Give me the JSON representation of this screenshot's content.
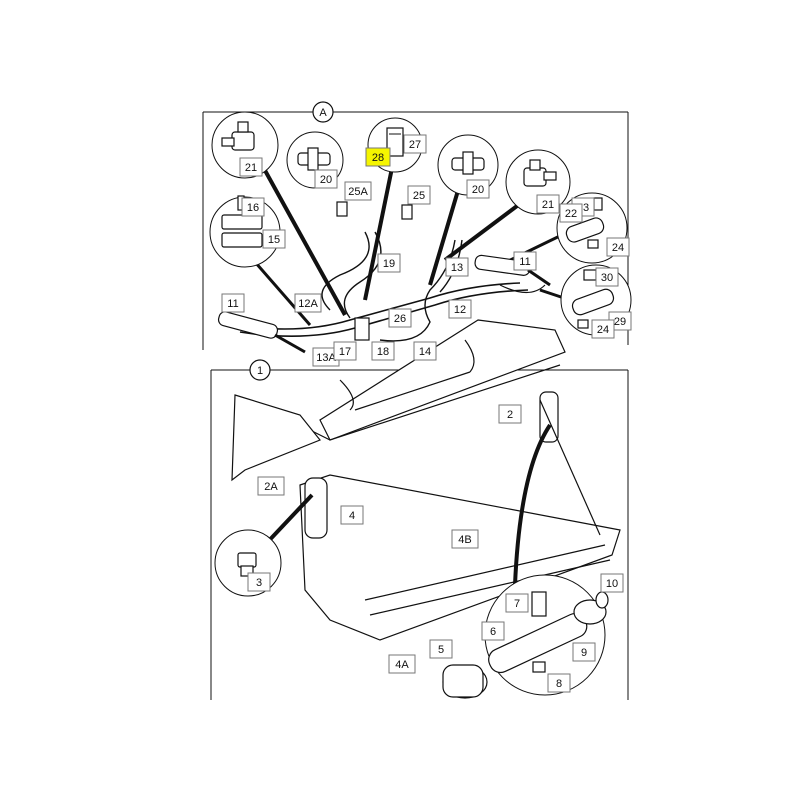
{
  "section_markers": {
    "top": "A",
    "bottom": "1"
  },
  "callouts": {
    "c21a": "21",
    "c20a": "20",
    "c28": "28",
    "c27": "27",
    "c20b": "20",
    "c21b": "21",
    "c16": "16",
    "c15": "15",
    "c25a": "25A",
    "c25": "25",
    "c19": "19",
    "c23": "23",
    "c22": "22",
    "c24a": "24",
    "c13": "13",
    "c11b": "11",
    "c12": "12",
    "c30": "30",
    "c29": "29",
    "c24b": "24",
    "c11a": "11",
    "c12a": "12A",
    "c26": "26",
    "c13a": "13A",
    "c17": "17",
    "c18": "18",
    "c14": "14",
    "c2": "2",
    "c2a": "2A",
    "c4": "4",
    "c4b": "4B",
    "c3": "3",
    "c7": "7",
    "c6": "6",
    "c10": "10",
    "c9": "9",
    "c8": "8",
    "c5": "5",
    "c4a": "4A"
  },
  "highlight_color": "#f5f500"
}
